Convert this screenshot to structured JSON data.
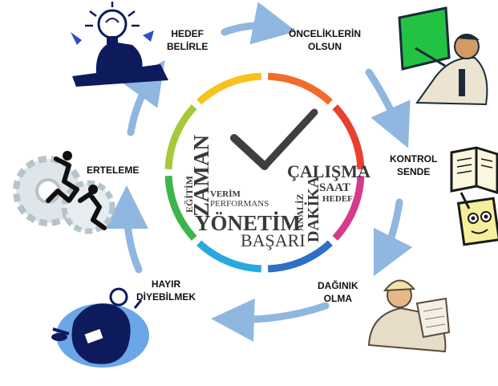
{
  "steps": [
    {
      "id": "hedef",
      "lines": [
        "HEDEF",
        "BELİRLE"
      ],
      "illustration": "lightbulb-thinker-icon"
    },
    {
      "id": "oncelik",
      "lines": [
        "ÖNCELİKLERİN",
        "OLSUN"
      ],
      "illustration": "teacher-blackboard-icon"
    },
    {
      "id": "kontrol",
      "lines": [
        "KONTROL",
        "SENDE"
      ],
      "illustration": "open-book-face-icon"
    },
    {
      "id": "daginik",
      "lines": [
        "DAĞINIK",
        "OLMA"
      ],
      "illustration": "engineer-blueprint-icon"
    },
    {
      "id": "hayir",
      "lines": [
        "HAYIR",
        "DİYEBİLMEK"
      ],
      "illustration": "juggling-worker-icon"
    },
    {
      "id": "erteleme",
      "lines": [
        "ERTELEME"
      ],
      "illustration": "gears-runners-icon"
    }
  ],
  "clock": {
    "words": {
      "egitim": "EĞİTİM",
      "zaman": "ZAMAN",
      "verim": "VERİM",
      "performans": "PERFORMANS",
      "yonetim": "YÖNETİM",
      "basari": "BAŞARI",
      "analiz": "ANALİZ",
      "dakika": "DAKİKA",
      "calisma": "ÇALIŞMA",
      "saat": "SAAT",
      "hedef": "HEDEF"
    },
    "ring_colors": [
      "#f26b2a",
      "#e8412e",
      "#d63a8a",
      "#2f6fc4",
      "#29a9df",
      "#3cb54a",
      "#a6c93a",
      "#f6c21b"
    ]
  },
  "colors": {
    "arrow": "#8fb7df",
    "hand": "#3f3f3f",
    "word_dark": "#3a3a3a"
  }
}
